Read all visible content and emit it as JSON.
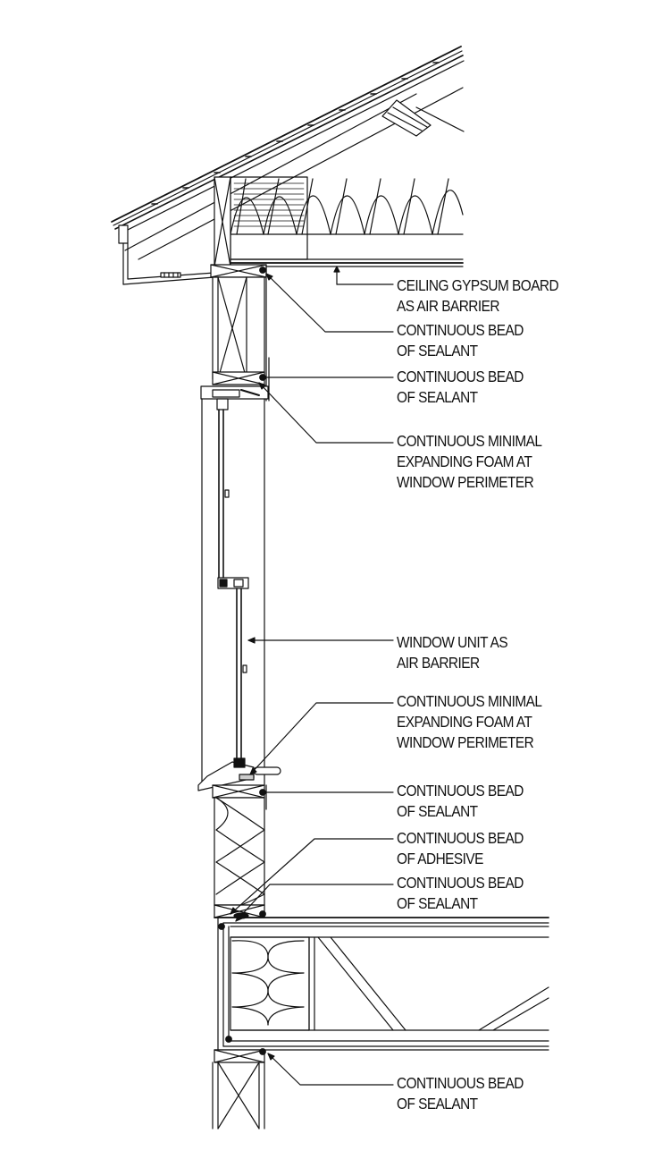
{
  "callouts": [
    {
      "lines": [
        "CEILING GYPSUM BOARD",
        "AS AIR BARRIER"
      ]
    },
    {
      "lines": [
        "CONTINUOUS BEAD",
        "OF SEALANT"
      ]
    },
    {
      "lines": [
        "CONTINUOUS BEAD",
        "OF SEALANT"
      ]
    },
    {
      "lines": [
        "CONTINUOUS MINIMAL",
        "EXPANDING FOAM AT",
        "WINDOW PERIMETER"
      ]
    },
    {
      "lines": [
        "WINDOW UNIT AS",
        "AIR BARRIER"
      ]
    },
    {
      "lines": [
        "CONTINUOUS MINIMAL",
        "EXPANDING FOAM AT",
        "WINDOW PERIMETER"
      ]
    },
    {
      "lines": [
        "CONTINUOUS BEAD",
        "OF SEALANT"
      ]
    },
    {
      "lines": [
        "CONTINUOUS BEAD",
        "OF ADHESIVE"
      ]
    },
    {
      "lines": [
        "CONTINUOUS BEAD",
        "OF SEALANT"
      ]
    },
    {
      "lines": [
        "CONTINUOUS BEAD",
        "OF SEALANT"
      ]
    }
  ],
  "colors": {
    "ink": "#111111",
    "background": "#ffffff"
  }
}
